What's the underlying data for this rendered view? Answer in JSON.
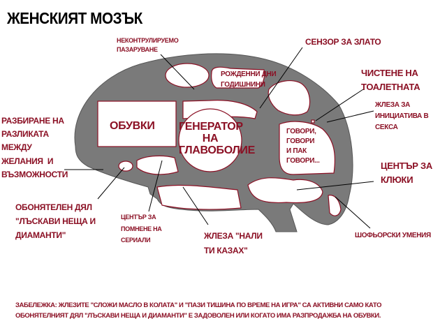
{
  "title": "ЖЕНСКИЯТ МОЗЪК",
  "labels": {
    "shopping": "НЕКОНТРУЛИРУЕМО\nПАЗАРУВАНЕ",
    "gold": "СЕНЗОР ЗА ЗЛАТО",
    "toilet": "ЧИСТЕНЕ НА\nТОАЛЕТНАТА",
    "initiative": "ЖЛЕЗА ЗА\nИНИЦИАТИВА В\nСЕКСА",
    "difference": "РАЗБИРАНЕ НА\nРАЗЛИКАТА\nМЕЖДУ\nЖЕЛАНИЯ  И\nВЪЗМОЖНОСТИ",
    "shoes": "ОБУВКИ",
    "headache": "ГЕНЕРАТОР\nНА\nГЛАВОБОЛИЕ",
    "birthdays": "РОЖДЕННИ ДНИ\nГОДИШНИНИ",
    "talk": "ГОВОРИ,\nГОВОРИ\nИ ПАК\nГОВОРИ...",
    "gossip": "ЦЕНТЪР ЗА\nКЛЮКИ",
    "olfactory": "ОБОНЯТЕЛЕН ДЯЛ\n\"ЛЪСКАВИ НЕЩА И\nДИАМАНТИ\"",
    "series": "ЦЕНТЪР ЗА\nПОМНЕНЕ НА\nСЕРИАЛИ",
    "told_you": "ЖЛЕЗА \"НАЛИ\nТИ КАЗАХ\"",
    "driving": "ШОФЬОРСКИ УМЕНИЯ"
  },
  "note": "ЗАБЕЛЕЖКА: ЖЛЕЗИТЕ \"СЛОЖИ МАСЛО В КОЛАТА\" И \"ПАЗИ ТИШИНА ПО ВРЕМЕ НА ИГРА\" СА АКТИВНИ САМО КАТО\nОБОНЯТЕЛНИЯТ ДЯЛ \"ЛЪСКАВИ НЕЩА И ДИАМАНТИ\" Е ЗАДОВОЛЕН ИЛИ КОГАТО ИМА РАЗПРОДАЖБА НА ОБУВКИ.",
  "colors": {
    "brain": "#7a7a7a",
    "label": "#8b1024",
    "outline": "#8b1024"
  }
}
